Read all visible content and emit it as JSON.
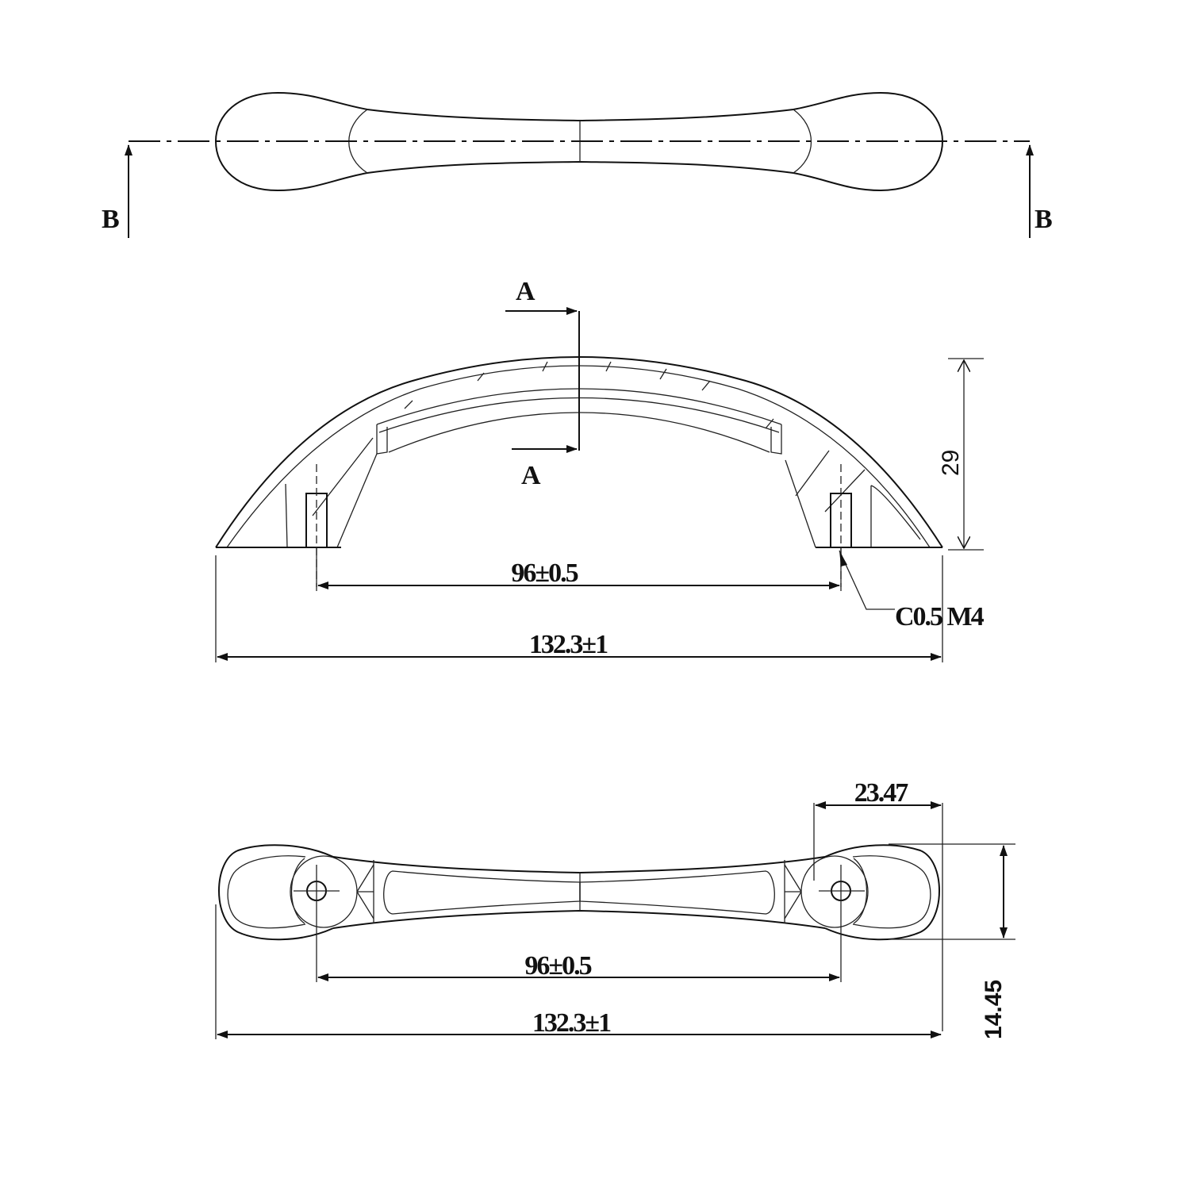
{
  "drawing": {
    "subject": "arched cabinet pull handle",
    "views": {
      "top": {
        "section_marker_left": "B",
        "section_marker_right": "B"
      },
      "front": {
        "section_marker_top": "A",
        "section_marker_bottom": "A",
        "height_dim": "29",
        "hole_spacing_dim": "96±0.5",
        "overall_length_dim": "132.3±1",
        "thread_callout": "C0.5 M4"
      },
      "bottom": {
        "end_width_dim": "23.47",
        "end_height_dim": "14.45",
        "hole_spacing_dim": "96±0.5",
        "overall_length_dim": "132.3±1"
      }
    },
    "colors": {
      "line": "#111111",
      "background": "#ffffff"
    }
  }
}
